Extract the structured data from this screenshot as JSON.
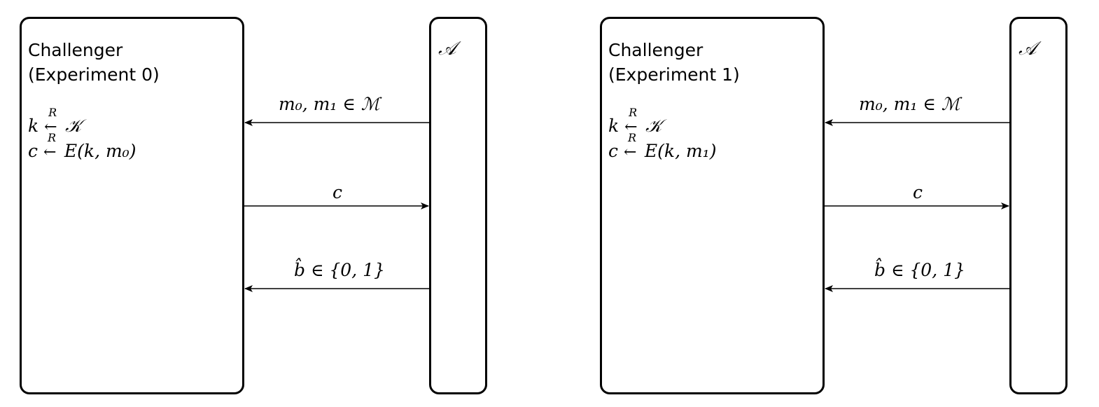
{
  "experiment0": {
    "challenger_title": "Challenger",
    "challenger_subtitle": "(Experiment 0)",
    "adversary_label": "𝒜",
    "step1_message": "m₀, m₁ ∈ ℳ",
    "key_line_var": "k",
    "key_line_rhs": "𝒦",
    "cipher_line_var": "c",
    "cipher_line_rhs": "E(k, m₀)",
    "step2_message": "c",
    "step3_message": "b̂ ∈ {0, 1}",
    "assign_superscript": "R"
  },
  "experiment1": {
    "challenger_title": "Challenger",
    "challenger_subtitle": "(Experiment 1)",
    "adversary_label": "𝒜",
    "step1_message": "m₀, m₁ ∈ ℳ",
    "key_line_var": "k",
    "key_line_rhs": "𝒦",
    "cipher_line_var": "c",
    "cipher_line_rhs": "E(k, m₁)",
    "step2_message": "c",
    "step3_message": "b̂ ∈ {0, 1}",
    "assign_superscript": "R"
  }
}
